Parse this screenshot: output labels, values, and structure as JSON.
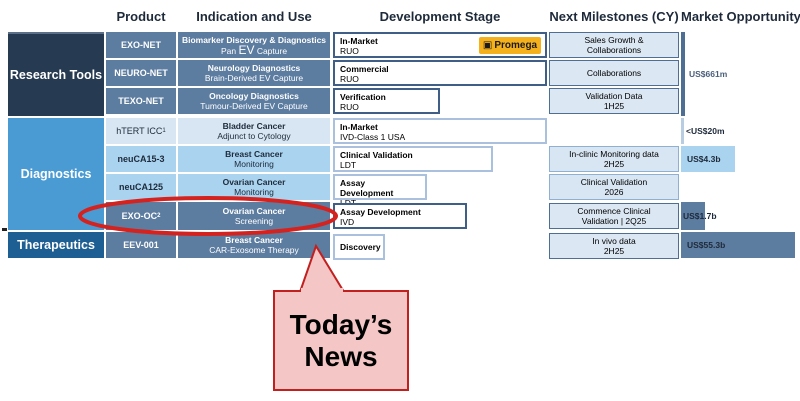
{
  "headers": {
    "product": "Product",
    "indication": "Indication and Use",
    "stage": "Development Stage",
    "milestones": "Next Milestones (CY)",
    "market": "Market Opportunity"
  },
  "categories": {
    "research": "Research Tools",
    "diagnostics": "Diagnostics",
    "therapeutics": "Therapeutics"
  },
  "rows": [
    {
      "product": "EXO-NET",
      "ind_title": "Biomarker Discovery & Diagnostics",
      "ind_sub_prefix": "Pan ",
      "ind_sub_ev": "EV",
      "ind_sub_suffix": " Capture",
      "stage_title": "In-Market",
      "stage_sub": "RUO",
      "partner": "Promega",
      "milestone1": "Sales Growth &",
      "milestone2": "Collaborations"
    },
    {
      "product": "NEURO-NET",
      "ind_title": "Neurology Diagnostics",
      "ind_sub": "Brain-Derived EV Capture",
      "stage_title": "Commercial",
      "stage_sub": "RUO",
      "milestone1": "Collaborations",
      "milestone2": ""
    },
    {
      "product": "TEXO-NET",
      "ind_title": "Oncology Diagnostics",
      "ind_sub": "Tumour-Derived EV Capture",
      "stage_title": "Verification",
      "stage_sub": "RUO",
      "milestone1": "Validation Data",
      "milestone2": "1H25"
    },
    {
      "product": "hTERT ICC",
      "product_sup": "1",
      "ind_title": "Bladder Cancer",
      "ind_sub": "Adjunct to Cytology",
      "stage_title": "In-Market",
      "stage_sub": "IVD-Class 1 USA",
      "milestone1": "",
      "milestone2": ""
    },
    {
      "product": "neuCA15-3",
      "ind_title": "Breast Cancer",
      "ind_sub": "Monitoring",
      "stage_title": "Clinical Validation",
      "stage_sub": "LDT",
      "milestone1": "In-clinic Monitoring data",
      "milestone2": "2H25"
    },
    {
      "product": "neuCA125",
      "ind_title": "Ovarian Cancer",
      "ind_sub": "Monitoring",
      "stage_title": "Assay Development",
      "stage_sub": "LDT",
      "milestone1": "Clinical Validation",
      "milestone2": "2026"
    },
    {
      "product": "EXO-OC",
      "product_sup": "2",
      "ind_title": "Ovarian Cancer",
      "ind_sub": "Screening",
      "stage_title": "Assay Development",
      "stage_sub": "IVD",
      "milestone1": "Commence Clinical",
      "milestone2": "Validation  | 2Q25"
    },
    {
      "product": "EEV-001",
      "ind_title": "Breast Cancer",
      "ind_sub": "CAR-Exosome Therapy",
      "stage_title": "Discovery",
      "stage_sub": "",
      "milestone1": "In vivo data",
      "milestone2": "2H25"
    }
  ],
  "market": {
    "research": "US$661m",
    "htert": "<US$20m",
    "neuca153": "US$4.3b",
    "exooc": "US$1.7b",
    "eev": "US$55.3b"
  },
  "callout": {
    "line1": "Today’s",
    "line2": "News"
  },
  "colors": {
    "research_dark": "#263a52",
    "diagnostics": "#4a9ad4",
    "therapeutics": "#1d5e93",
    "callout_border": "#c2201f",
    "callout_fill": "#f4c6c6"
  }
}
